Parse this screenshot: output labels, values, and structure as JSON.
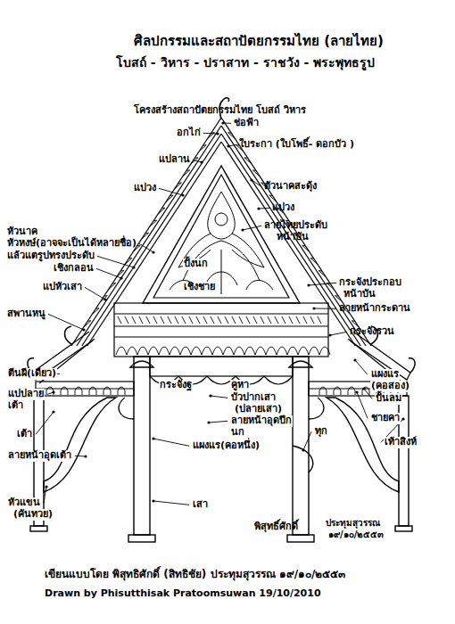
{
  "diagram": {
    "title": "ศิลปกรรมและสถาปัตยกรรมไทย (ลายไทย)",
    "caption": "เขียนแบบโดย พิสุทธิศักดิ์ (สิทธิชัย) ประทุมสุวรรณ ๑๙/๑๐/๒๕๕๓",
    "labels": [
      "โบสถ์ - วิหาร - ปราสาท - ราชวัง - พระพุทธรูป",
      "โครงสร้างสถาปัตยกรรมไทย โบสถ์ วิหาร",
      "ช่อฟ้า",
      "อกไก่",
      "ใบระกา (ใบโพธิ์- ดอกบัว )",
      "แปลาน",
      "แปวง",
      "ตัวนาคสะดุ้ง",
      "แปวง",
      "หัวนาค",
      "หัวหงษ์(อาจจะเป็นได้หลายชื่อ)",
      "ลายไทยประดับ",
      "หน้าบัน",
      "แล้วแตรูปทรงประดับ",
      "เชิงกลอน",
      "ปั้งนก",
      "เชิงชาย",
      "แปหัวเสา",
      "กระจังประกอบ",
      "หน้าบัน",
      "ลายหน้ากระดาน",
      "สพานหนู",
      "กระจังรวน",
      "ตีนผี(เดียว)",
      "กระจังฐ",
      "คูหา",
      "แผงแร",
      "(คอสอง)",
      "แปปลาย",
      "เต้า",
      "บัวปากเสา",
      "(ปลายเสา)",
      "ปั้นลม",
      "ลายหน้าอุดปีก",
      "นก",
      "ชายคา",
      "เต้า",
      "ทุก",
      "แผงแร(คอหนึ่ง)",
      "เท้าสิงห์",
      "ลายหน้าอุดเต้า",
      "หัวแขน",
      "(คันทวย)",
      "เสา",
      "พิสุทธิ์ศักดิ์",
      "ประทุมสุวรรณ",
      "๑๙/๑๐/๒๕๕๓",
      "Drawn by Phisutthisak Pratoomsuwan 19/10/2010"
    ]
  }
}
